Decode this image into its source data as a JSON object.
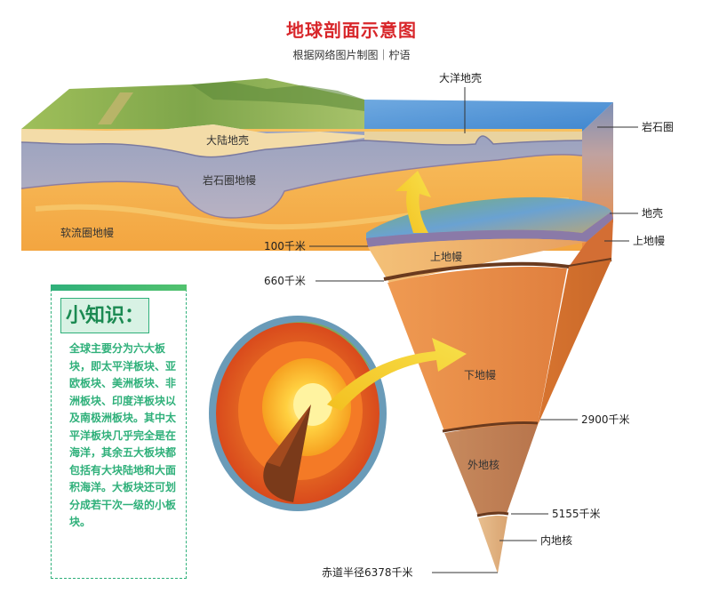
{
  "header": {
    "title": "地球剖面示意图",
    "subtitle": "根据网络图片制图｜柠语"
  },
  "block_labels": {
    "ocean_crust": "大洋地壳",
    "lithosphere": "岩石圈",
    "continental_crust": "大陆地壳",
    "lithospheric_mantle": "岩石圈地幔",
    "asthenosphere": "软流圈地幔"
  },
  "wedge_labels": {
    "crust": "地壳",
    "upper_mantle_side": "上地幔",
    "upper_mantle_inside": "上地幔",
    "lower_mantle": "下地幔",
    "outer_core": "外地核",
    "inner_core": "内地核"
  },
  "depth_labels": {
    "d100": "100千米",
    "d660": "660千米",
    "d2900": "2900千米",
    "d5155": "5155千米",
    "radius": "赤道半径6378千米"
  },
  "info_card": {
    "title": "小知识：",
    "text": "全球主要分为六大板块，即太平洋板块、亚欧板块、美洲板块、非洲板块、印度洋板块以及南极洲板块。其中太平洋板块几乎完全是在海洋，其余五大板块都包括有大块陆地和大面积海洋。大板块还可划分成若干次一级的小板块。"
  }
}
